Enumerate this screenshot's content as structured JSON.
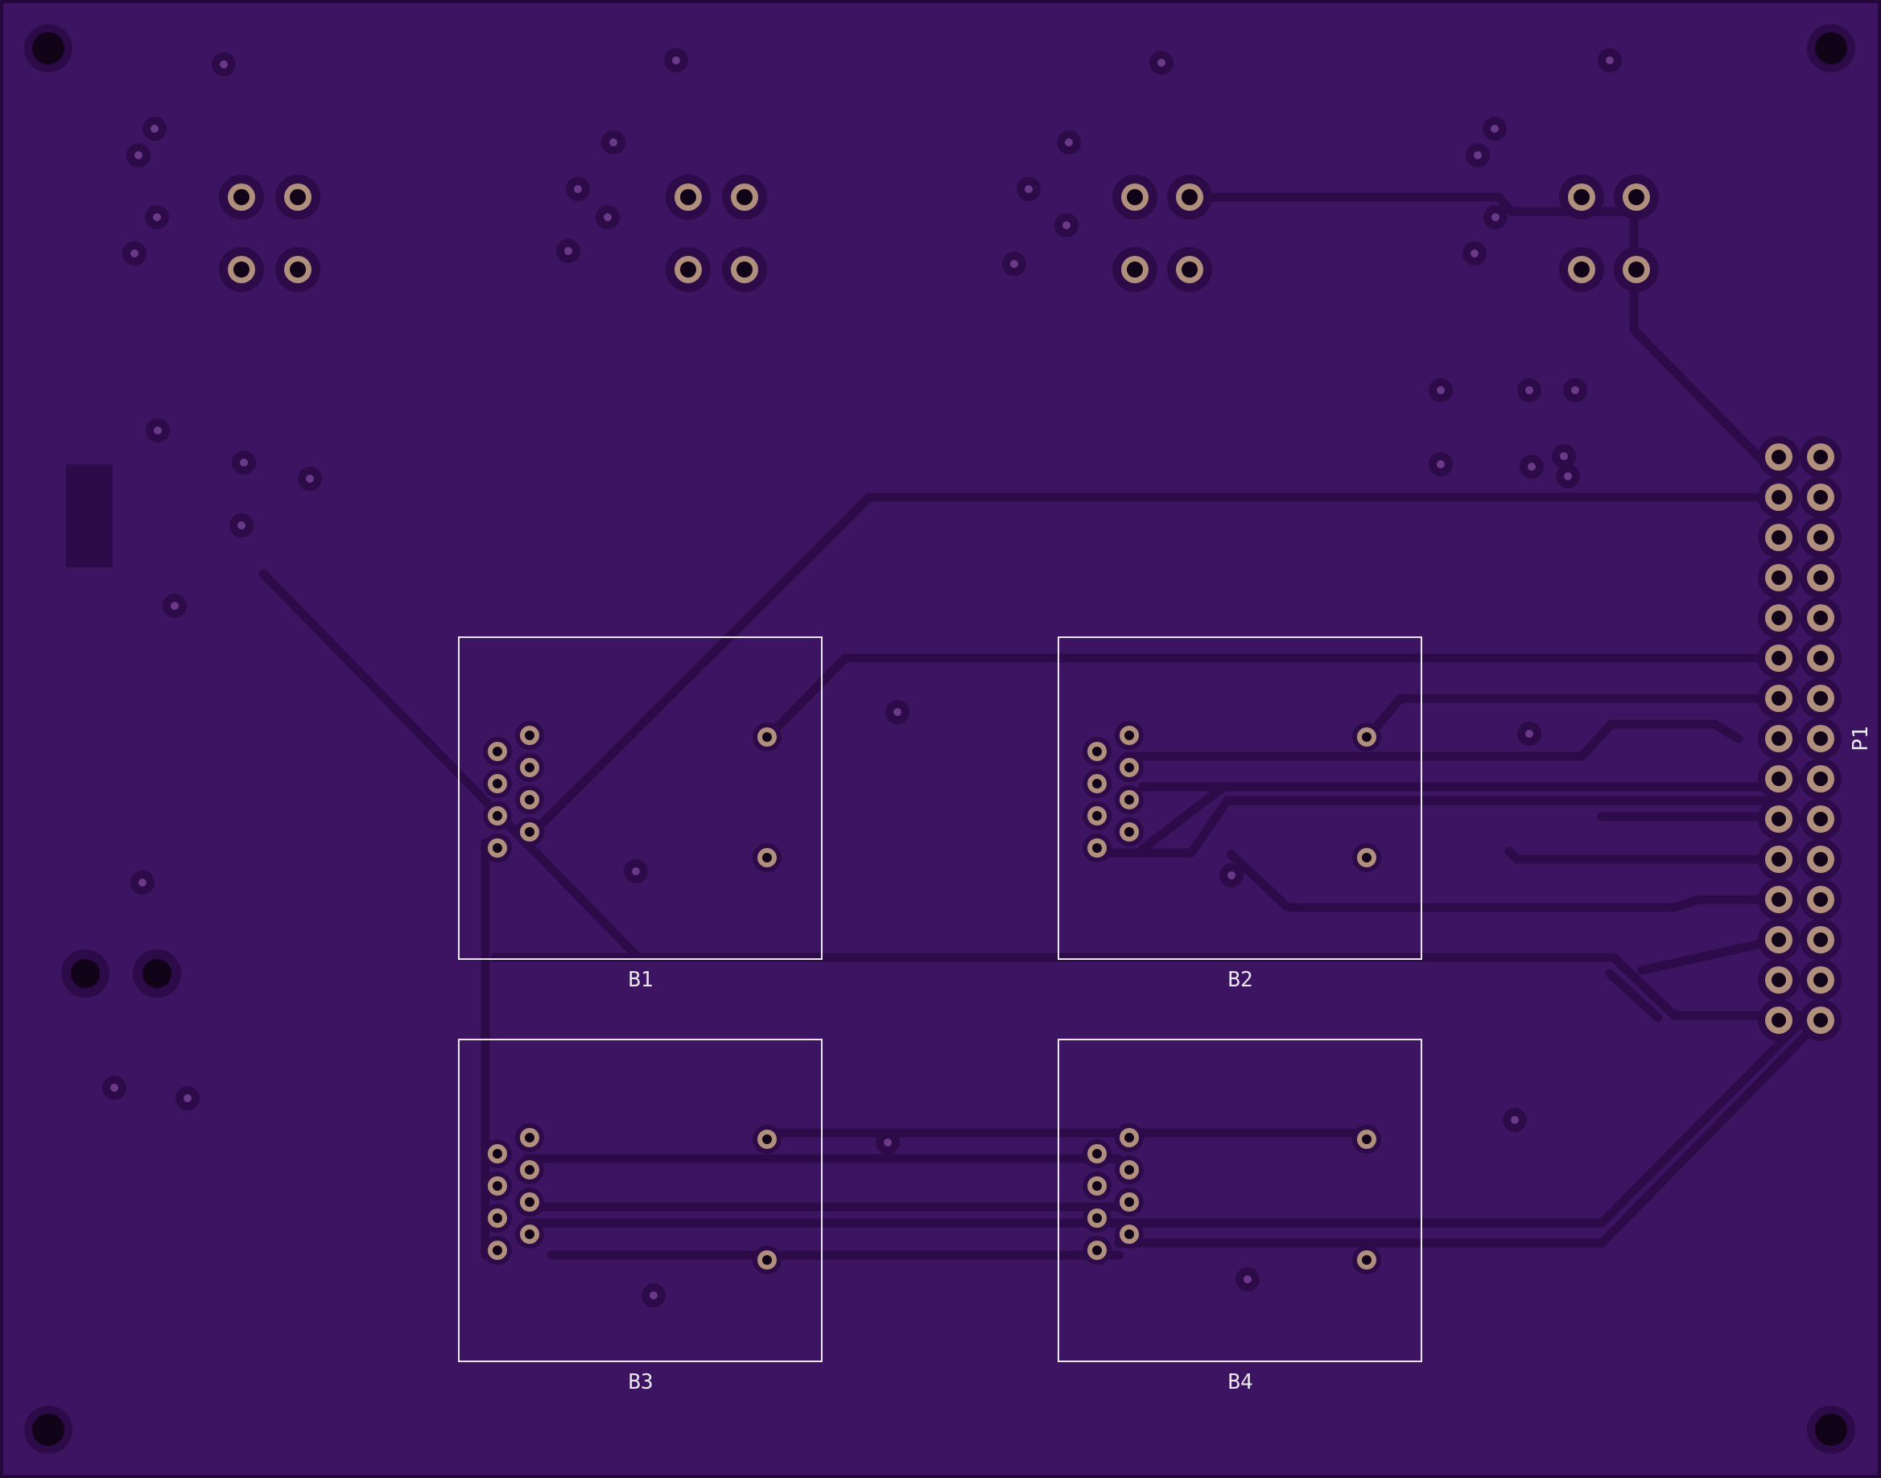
{
  "colors": {
    "board": "#3d1462",
    "edge": "#24083a",
    "trace": "#2c0b48",
    "copper": "#b0907c",
    "hole": "#120418",
    "silk": "#e8e8ee"
  },
  "modules": [
    {
      "id": "b1",
      "label": "B1"
    },
    {
      "id": "b2",
      "label": "B2"
    },
    {
      "id": "b3",
      "label": "B3"
    },
    {
      "id": "b4",
      "label": "B4"
    }
  ],
  "connector": {
    "label": "P1",
    "pins": 30
  }
}
